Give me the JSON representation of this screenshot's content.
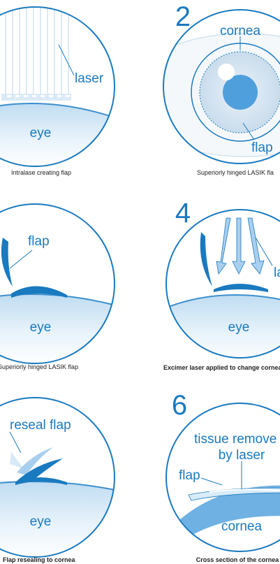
{
  "colors": {
    "stroke": "#1a7ac0",
    "text": "#1a7ac0",
    "light": "#e9f3fb",
    "mid": "#9fcbea",
    "dark": "#1a7ac0",
    "caption": "#222222"
  },
  "panels": [
    {
      "number": "",
      "labels": {
        "laser": "laser",
        "eye": "eye"
      },
      "caption": "Intralase creating flap"
    },
    {
      "number": "2",
      "labels": {
        "cornea": "cornea",
        "flap": "flap"
      },
      "caption": "Superiorly hinged LASIK fla"
    },
    {
      "number": "",
      "labels": {
        "flap": "flap",
        "eye": "eye"
      },
      "caption": "Superiorly hinged LASIK flap"
    },
    {
      "number": "4",
      "labels": {
        "laser": "la",
        "eye": "eye"
      },
      "caption": "Excimer laser applied to change corneal"
    },
    {
      "number": "",
      "labels": {
        "reseal": "reseal flap",
        "eye": "eye"
      },
      "caption": "Flap resealing to cornea"
    },
    {
      "number": "6",
      "labels": {
        "tissue_line1": "tissue remove",
        "tissue_line2": "by laser",
        "flap": "flap",
        "cornea": "cornea"
      },
      "caption": "Cross section of the cornea"
    }
  ]
}
